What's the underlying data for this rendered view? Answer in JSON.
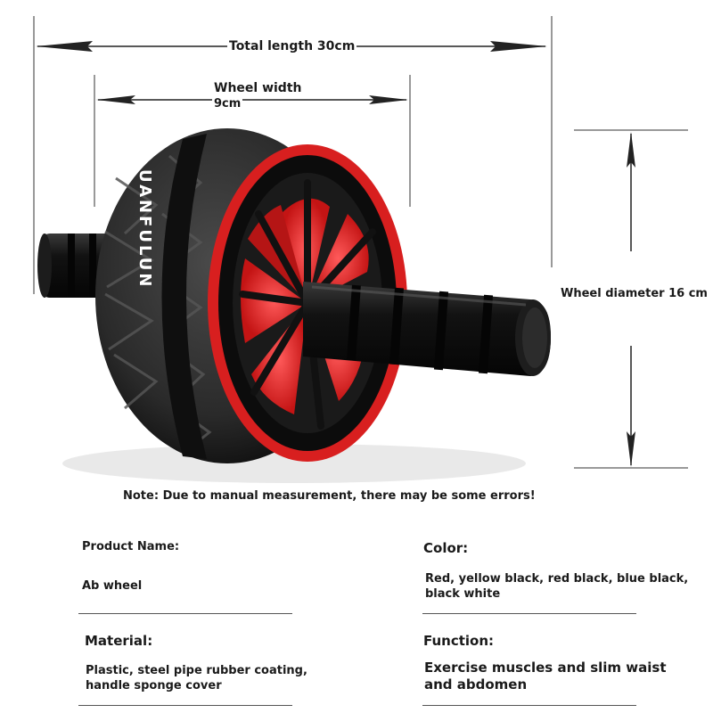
{
  "dimensions": {
    "total_length": "Total length 30cm",
    "wheel_width_line1": "Wheel width",
    "wheel_width_line2": "9cm",
    "wheel_diameter": "Wheel diameter 16 cm"
  },
  "product": {
    "brand_text": "UANFULUN",
    "colors": {
      "accent": "#d81f1f",
      "tire": "#2a2a2a",
      "handle": "#111111"
    }
  },
  "note": "Note: Due to manual measurement, there may be some errors!",
  "specs": {
    "product_name_label": "Product Name:",
    "product_name_value": "Ab wheel",
    "color_label": "Color:",
    "color_value": "Red, yellow black, red black, blue black, black white",
    "material_label": "Material:",
    "material_value": "Plastic, steel pipe rubber coating, handle sponge cover",
    "function_label": "Function:",
    "function_value": "Exercise muscles and slim waist and abdomen"
  }
}
